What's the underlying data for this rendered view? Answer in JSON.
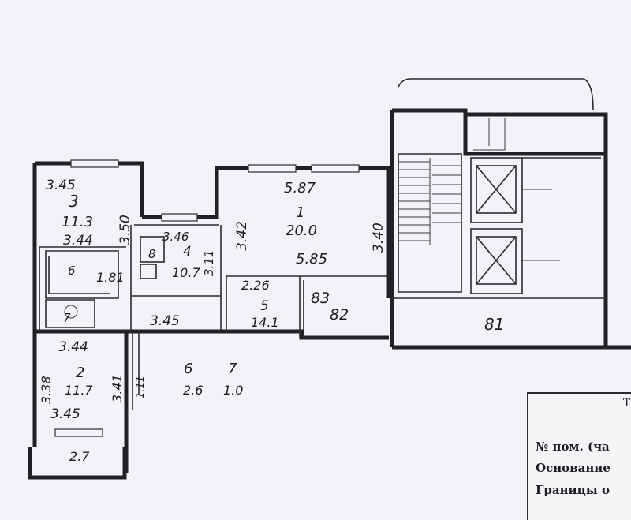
{
  "rooms": [
    {
      "id": "room-3",
      "number": "3",
      "area": "11.3",
      "dims": [
        "3.45",
        "3.50",
        "3.44"
      ]
    },
    {
      "id": "room-4",
      "number": "4",
      "area": "10.7",
      "dims": [
        "3.46",
        "3.11"
      ],
      "symbol": "8"
    },
    {
      "id": "room-1",
      "number": "1",
      "area": "20.0",
      "dims": [
        "5.87",
        "3.42",
        "3.40",
        "5.85"
      ]
    },
    {
      "id": "room-5",
      "number": "5",
      "area": "14.1",
      "dims": [
        "2.26"
      ]
    },
    {
      "id": "room-6-bath",
      "number": "6",
      "dims": [
        "1.81"
      ]
    },
    {
      "id": "room-7-wc",
      "number": "7"
    },
    {
      "id": "corridor",
      "dims": [
        "3.45"
      ]
    },
    {
      "id": "room-2",
      "number": "2",
      "area": "11.7",
      "dims": [
        "3.44",
        "3.38",
        "3.41",
        "3.45"
      ]
    },
    {
      "id": "balcony",
      "dims": [
        "2.7"
      ]
    },
    {
      "id": "hall-side",
      "dims": [
        "1.11"
      ]
    }
  ],
  "annotations": {
    "room6_label": "6",
    "room6_area": "2.6",
    "room7_label": "7",
    "room7_area": "1.0",
    "space_83": "83",
    "space_82": "82",
    "space_81": "81"
  },
  "legend": {
    "lines": [
      "№ пом. (ча",
      "Основание",
      "Границы о"
    ],
    "mark": "Т"
  }
}
